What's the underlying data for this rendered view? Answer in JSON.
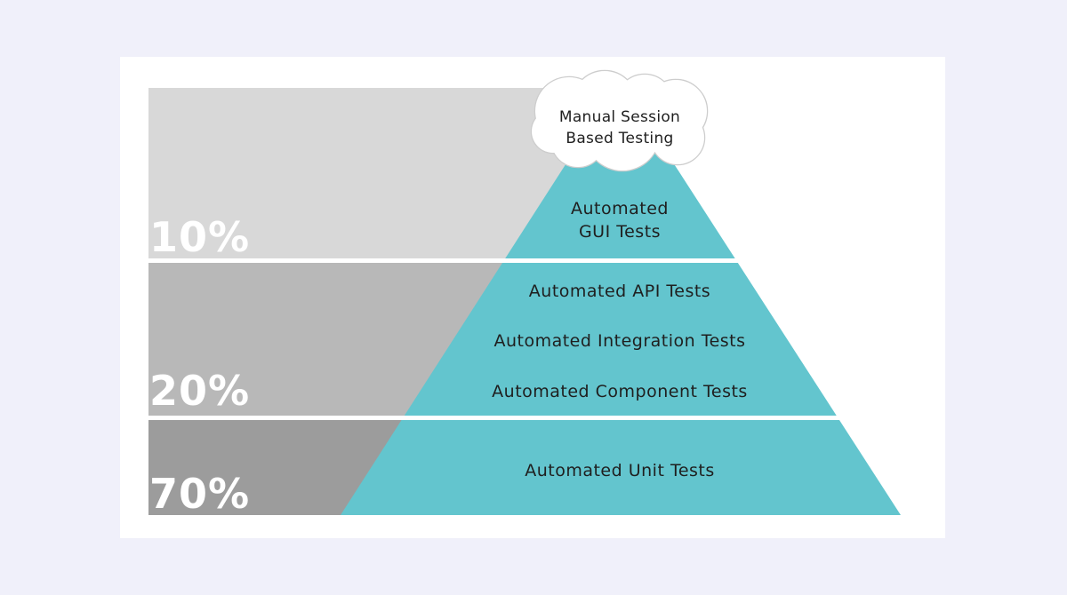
{
  "colors": {
    "page_bg": "#f0f0fa",
    "card_bg": "#ffffff",
    "pyramid_teal": "#63c5ce",
    "band_light_gray": "#d8d8d8",
    "band_medium_gray": "#b8b8b8",
    "band_dark_gray": "#9c9c9c",
    "label_text": "#1f1f1f",
    "percent_text": "#ffffff",
    "cloud_border": "#cdcdcd"
  },
  "cloud": {
    "line1": "Manual Session",
    "line2": "Based Testing"
  },
  "levels": [
    {
      "percent": "10%",
      "labels": [
        "Automated",
        "GUI Tests"
      ]
    },
    {
      "percent": "20%",
      "labels": [
        "Automated API Tests",
        "Automated Integration Tests",
        "Automated Component Tests"
      ]
    },
    {
      "percent": "70%",
      "labels": [
        "Automated Unit Tests"
      ]
    }
  ]
}
